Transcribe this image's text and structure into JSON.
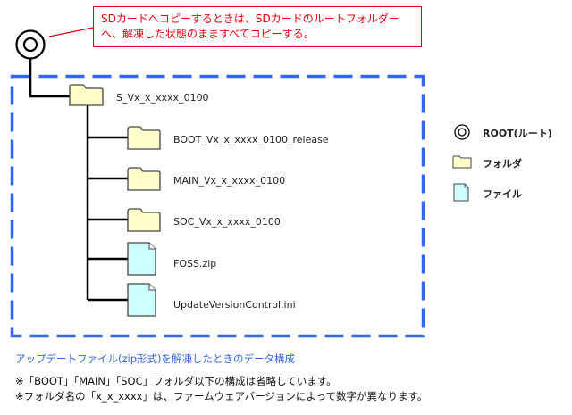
{
  "callout": {
    "line1": "SDカードへコピーするときは、SDカードのルートフォルダー",
    "line2": "へ、解凍した状態のまますべてコピーする。",
    "color": "#e60012"
  },
  "tree": {
    "root_icon": "root-circle-icon",
    "top_folder": "S_Vx_x_xxxx_0100",
    "children": [
      {
        "type": "folder",
        "name": "BOOT_Vx_x_xxxx_0100_release"
      },
      {
        "type": "folder",
        "name": "MAIN_Vx_x_xxxx_0100"
      },
      {
        "type": "folder",
        "name": "SOC_Vx_x_xxxx_0100"
      },
      {
        "type": "file",
        "name": "FOSS.zip"
      },
      {
        "type": "file",
        "name": "UpdateVersionControl.ini"
      }
    ],
    "box_color": "#3366ee",
    "folder_fill": "#ffffcc",
    "file_fill": "#ccffff"
  },
  "legend": [
    {
      "icon": "root-circle-icon",
      "label": "ROOT(ルート)"
    },
    {
      "icon": "folder-icon",
      "label": "フォルダ"
    },
    {
      "icon": "file-icon",
      "label": "ファイル"
    }
  ],
  "caption": "アップデートファイル(zip形式)を解凍したときのデータ構成",
  "notes": [
    "※「BOOT」「MAIN」「SOC」フォルダ以下の構成は省略しています。",
    "※フォルダ名の「x_x_xxxx」は、ファームウェアバージョンによって数字が異なります。"
  ]
}
